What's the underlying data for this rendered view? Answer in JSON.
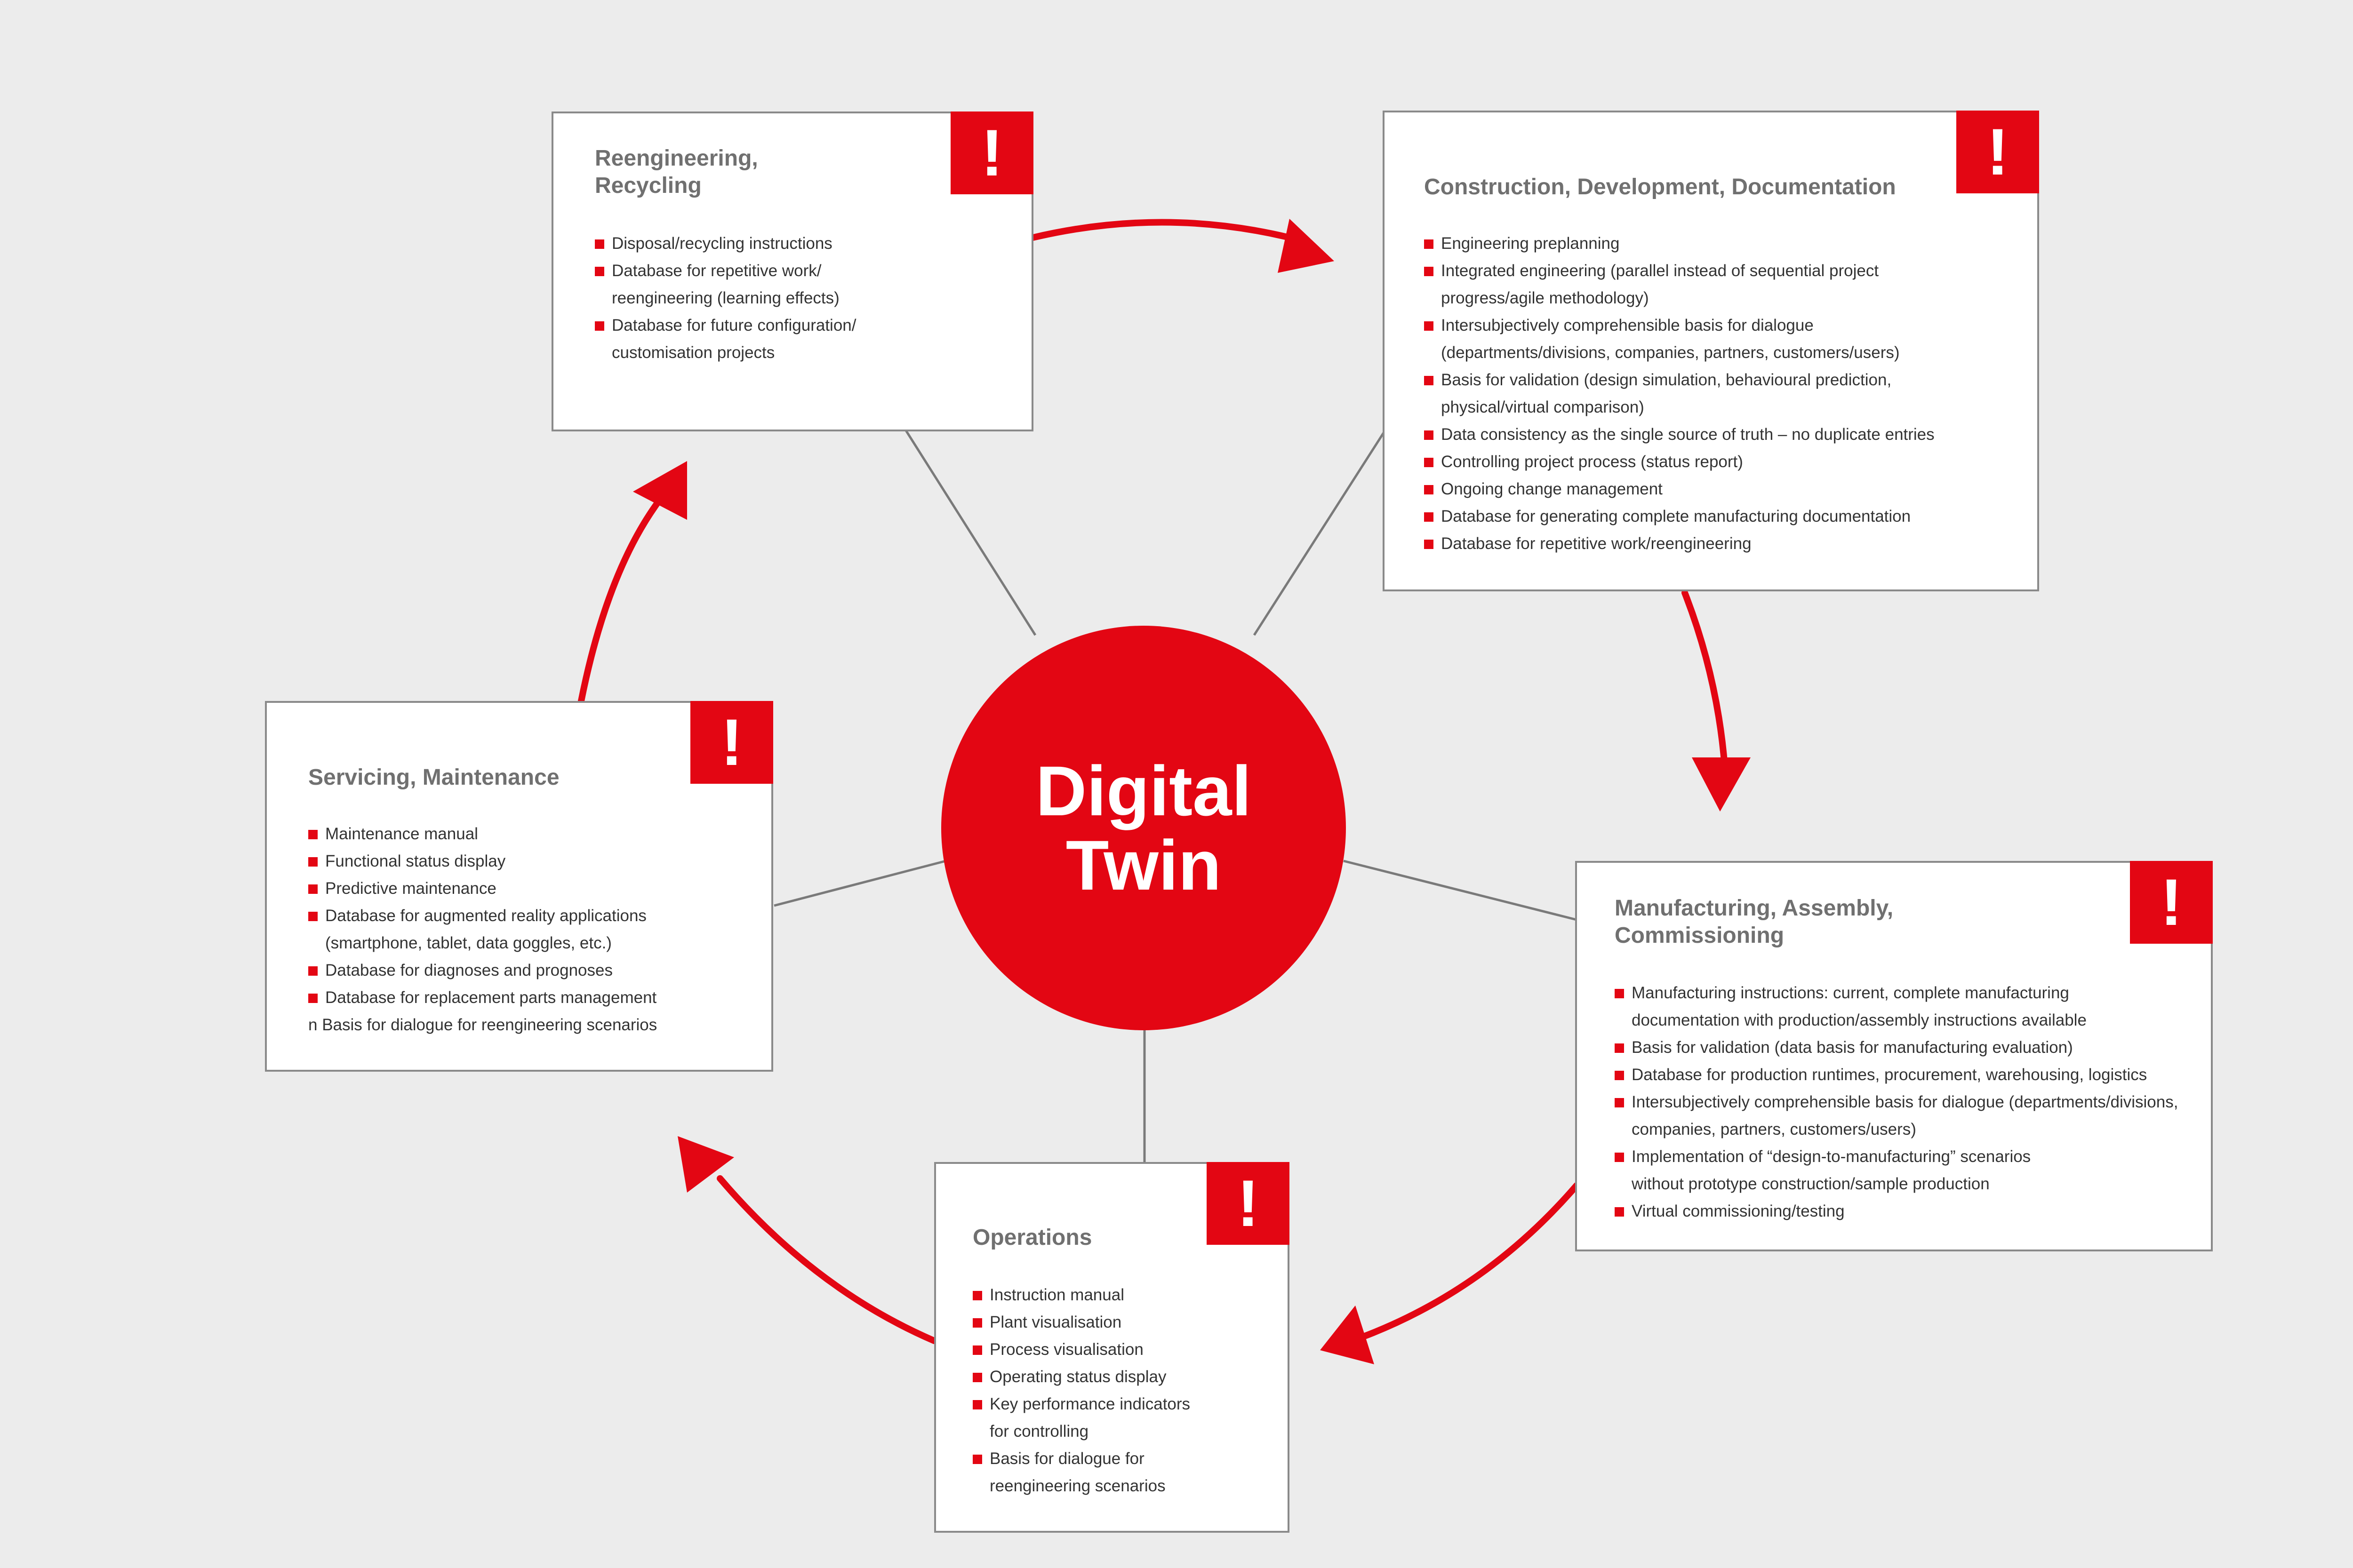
{
  "hub": {
    "title": "Digital\nTwin"
  },
  "accent_color": "#e30613",
  "flag_icon": "exclamation-icon",
  "flag_glyph": "!",
  "stages": {
    "reengineering": {
      "title": "Reengineering,\nRecycling",
      "items": [
        "Disposal/recycling instructions",
        "Database for repetitive work/\nreengineering (learning effects)",
        "Database for future configuration/\ncustomisation projects"
      ]
    },
    "construction": {
      "title": "Construction, Development, Documentation",
      "items": [
        "Engineering preplanning",
        "Integrated engineering (parallel instead of sequential project\nprogress/agile methodology)",
        "Intersubjectively comprehensible basis for dialogue\n(departments/divisions, companies, partners, customers/users)",
        "Basis for validation (design simulation, behavioural prediction,\nphysical/virtual comparison)",
        "Data consistency as the single source of truth – no duplicate entries",
        "Controlling project process (status report)",
        "Ongoing change management",
        "Database for generating complete manufacturing documentation",
        "Database for repetitive work/reengineering"
      ]
    },
    "manufacturing": {
      "title": "Manufacturing, Assembly,\nCommissioning",
      "items": [
        "Manufacturing instructions: current, complete manufacturing\ndocumentation with production/assembly instructions available",
        "Basis for validation (data basis for manufacturing evaluation)",
        "Database for production runtimes, procurement, warehousing, logistics",
        "Intersubjectively comprehensible basis for dialogue (departments/divisions,\ncompanies, partners, customers/users)",
        "Implementation of “design-to-manufacturing” scenarios\nwithout prototype construction/sample production",
        "Virtual commissioning/testing"
      ]
    },
    "operations": {
      "title": "Operations",
      "items": [
        "Instruction manual",
        "Plant visualisation",
        "Process visualisation",
        "Operating status display",
        "Key performance indicators\nfor controlling",
        "Basis for dialogue for\nreengineering scenarios"
      ]
    },
    "servicing": {
      "title": "Servicing, Maintenance",
      "items": [
        "Maintenance manual",
        "Functional status display",
        "Predictive maintenance",
        "Database for augmented reality applications\n(smartphone, tablet, data goggles, etc.)",
        "Database for diagnoses and prognoses",
        "Database for replacement parts management"
      ],
      "extra_line": "n Basis for dialogue for reengineering scenarios"
    }
  }
}
